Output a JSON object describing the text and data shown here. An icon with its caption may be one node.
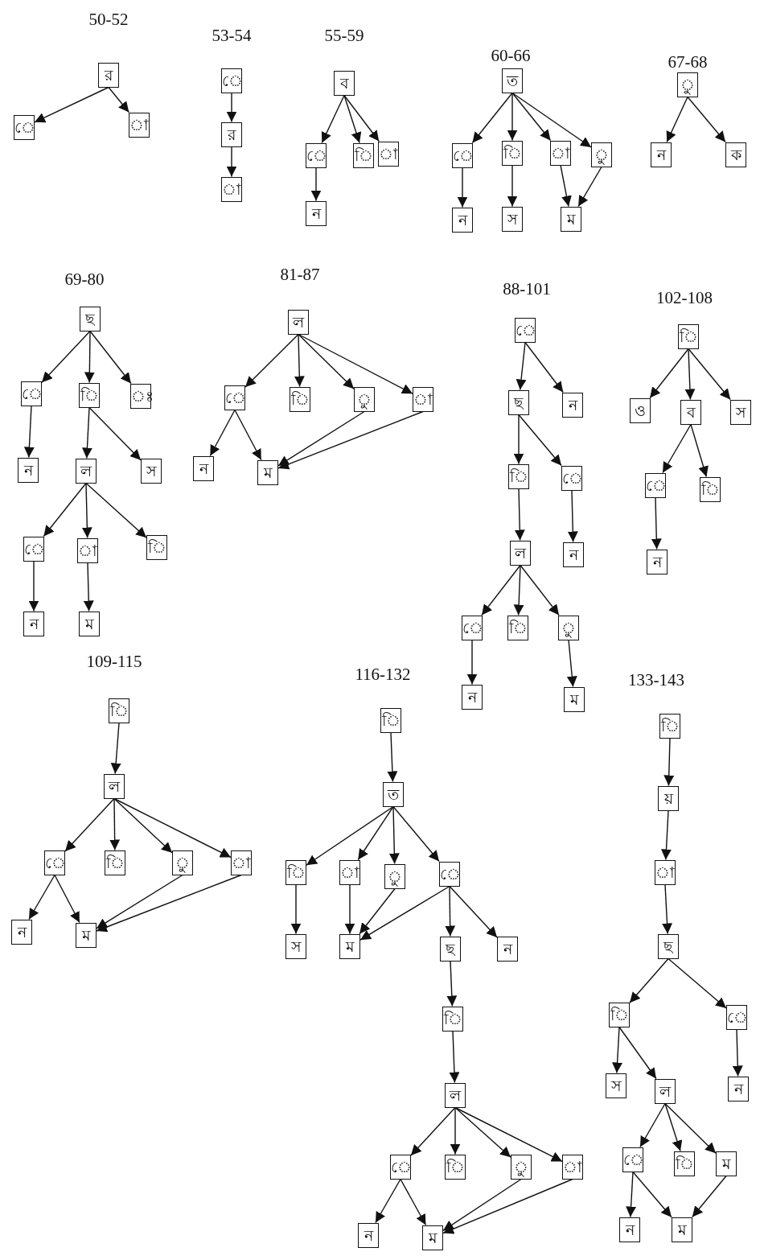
{
  "diagram": {
    "nodes": [
      {
        "text": [
          "র"
        ]
      },
      {
        "text": [
          "ে"
        ]
      },
      {
        "text": [
          "া"
        ]
      },
      {
        "text": [
          "ে"
        ]
      },
      {
        "text": [
          "র"
        ]
      },
      {
        "text": [
          "া"
        ]
      },
      {
        "text": [
          "ব"
        ]
      },
      {
        "text": [
          "ে"
        ]
      },
      {
        "text": [
          "ি"
        ]
      },
      {
        "text": [
          "া"
        ]
      },
      {
        "text": [
          "ন"
        ]
      },
      {
        "text": [
          "ত"
        ]
      },
      {
        "text": [
          "ে"
        ]
      },
      {
        "text": [
          "ি"
        ]
      },
      {
        "text": [
          "া"
        ]
      },
      {
        "text": [
          "ু"
        ]
      },
      {
        "text": [
          "ন"
        ]
      },
      {
        "text": [
          "স"
        ]
      },
      {
        "text": [
          "ম"
        ]
      },
      {
        "text": [
          "ু"
        ]
      },
      {
        "text": [
          "ন"
        ]
      },
      {
        "text": [
          "ক"
        ]
      },
      {
        "text": [
          "ছ"
        ]
      },
      {
        "text": [
          "ে"
        ]
      },
      {
        "text": [
          "ি"
        ]
      },
      {
        "text": [
          "ঃ"
        ]
      },
      {
        "text": [
          "ন"
        ]
      },
      {
        "text": [
          "ল"
        ]
      },
      {
        "text": [
          "স"
        ]
      },
      {
        "text": [
          "ে"
        ]
      },
      {
        "text": [
          "া"
        ]
      },
      {
        "text": [
          "ি"
        ]
      },
      {
        "text": [
          "ন"
        ]
      },
      {
        "text": [
          "ম"
        ]
      },
      {
        "text": [
          "ল"
        ]
      },
      {
        "text": [
          "ে"
        ]
      },
      {
        "text": [
          "ি"
        ]
      },
      {
        "text": [
          "ু"
        ]
      },
      {
        "text": [
          "া"
        ]
      },
      {
        "text": [
          "ন"
        ]
      },
      {
        "text": [
          "ম"
        ]
      },
      {
        "text": [
          "ে"
        ]
      },
      {
        "text": [
          "ছ"
        ]
      },
      {
        "text": [
          "ন"
        ]
      },
      {
        "text": [
          "ি"
        ]
      },
      {
        "text": [
          "ে"
        ]
      },
      {
        "text": [
          "ল"
        ]
      },
      {
        "text": [
          "ন"
        ]
      },
      {
        "text": [
          "ে"
        ]
      },
      {
        "text": [
          "ি"
        ]
      },
      {
        "text": [
          "ু"
        ]
      },
      {
        "text": [
          "ন"
        ]
      },
      {
        "text": [
          "ম"
        ]
      },
      {
        "text": [
          "ি"
        ]
      },
      {
        "text": [
          "ও"
        ]
      },
      {
        "text": [
          "ব"
        ]
      },
      {
        "text": [
          "স"
        ]
      },
      {
        "text": [
          "ে"
        ]
      },
      {
        "text": [
          "ি"
        ]
      },
      {
        "text": [
          "ন"
        ]
      },
      {
        "text": [
          "ি"
        ]
      },
      {
        "text": [
          "ল"
        ]
      },
      {
        "text": [
          "ে"
        ]
      },
      {
        "text": [
          "ি"
        ]
      },
      {
        "text": [
          "ু"
        ]
      },
      {
        "text": [
          "া"
        ]
      },
      {
        "text": [
          "ন"
        ]
      },
      {
        "text": [
          "ম"
        ]
      },
      {
        "text": [
          "ি"
        ]
      },
      {
        "text": [
          "ত"
        ]
      },
      {
        "text": [
          "ি"
        ]
      },
      {
        "text": [
          "া"
        ]
      },
      {
        "text": [
          "ু"
        ]
      },
      {
        "text": [
          "ে"
        ]
      },
      {
        "text": [
          "স"
        ]
      },
      {
        "text": [
          "ম"
        ]
      },
      {
        "text": [
          "ছ"
        ]
      },
      {
        "text": [
          "ন"
        ]
      },
      {
        "text": [
          "ি"
        ]
      },
      {
        "text": [
          "ল"
        ]
      },
      {
        "text": [
          "ে"
        ]
      },
      {
        "text": [
          "ি"
        ]
      },
      {
        "text": [
          "ু"
        ]
      },
      {
        "text": [
          "া"
        ]
      },
      {
        "text": [
          "ন"
        ]
      },
      {
        "text": [
          "ম"
        ]
      },
      {
        "text": [
          "ি"
        ]
      },
      {
        "text": [
          "য়"
        ]
      },
      {
        "text": [
          "া"
        ]
      },
      {
        "text": [
          "ছ"
        ]
      },
      {
        "text": [
          "ি"
        ]
      },
      {
        "text": [
          "ে"
        ]
      },
      {
        "text": [
          "স"
        ]
      },
      {
        "text": [
          "ল"
        ]
      },
      {
        "text": [
          "ন"
        ]
      },
      {
        "text": [
          "ে"
        ]
      },
      {
        "text": [
          "ি"
        ]
      },
      {
        "text": [
          "ম"
        ]
      },
      {
        "text": [
          "ন"
        ]
      },
      {
        "text": [
          "ম"
        ]
      }
    ],
    "edges": [
      {
        "from": 0,
        "to": 1,
        "arrow": "to"
      },
      {
        "from": 0,
        "to": 2,
        "arrow": "to"
      },
      {
        "from": 3,
        "to": 4,
        "arrow": "to"
      },
      {
        "from": 4,
        "to": 5,
        "arrow": "to"
      },
      {
        "from": 6,
        "to": 7,
        "arrow": "to"
      },
      {
        "from": 6,
        "to": 8,
        "arrow": "to"
      },
      {
        "from": 6,
        "to": 9,
        "arrow": "to"
      },
      {
        "from": 7,
        "to": 10,
        "arrow": "to"
      },
      {
        "from": 11,
        "to": 12,
        "arrow": "to"
      },
      {
        "from": 11,
        "to": 13,
        "arrow": "to"
      },
      {
        "from": 11,
        "to": 14,
        "arrow": "to"
      },
      {
        "from": 11,
        "to": 15,
        "arrow": "to"
      },
      {
        "from": 12,
        "to": 16,
        "arrow": "to"
      },
      {
        "from": 13,
        "to": 17,
        "arrow": "to"
      },
      {
        "from": 14,
        "to": 18,
        "arrow": "to"
      },
      {
        "from": 15,
        "to": 18,
        "arrow": "to"
      },
      {
        "from": 19,
        "to": 20,
        "arrow": "to"
      },
      {
        "from": 19,
        "to": 21,
        "arrow": "to"
      },
      {
        "from": 22,
        "to": 23,
        "arrow": "to"
      },
      {
        "from": 22,
        "to": 24,
        "arrow": "to"
      },
      {
        "from": 22,
        "to": 25,
        "arrow": "to"
      },
      {
        "from": 23,
        "to": 26,
        "arrow": "to"
      },
      {
        "from": 24,
        "to": 27,
        "arrow": "to"
      },
      {
        "from": 24,
        "to": 28,
        "arrow": "to"
      },
      {
        "from": 27,
        "to": 29,
        "arrow": "to"
      },
      {
        "from": 27,
        "to": 30,
        "arrow": "to"
      },
      {
        "from": 27,
        "to": 31,
        "arrow": "to"
      },
      {
        "from": 29,
        "to": 32,
        "arrow": "to"
      },
      {
        "from": 30,
        "to": 33,
        "arrow": "to"
      },
      {
        "from": 34,
        "to": 35,
        "arrow": "to"
      },
      {
        "from": 34,
        "to": 36,
        "arrow": "to"
      },
      {
        "from": 34,
        "to": 37,
        "arrow": "to"
      },
      {
        "from": 34,
        "to": 38,
        "arrow": "to"
      },
      {
        "from": 35,
        "to": 39,
        "arrow": "to"
      },
      {
        "from": 35,
        "to": 40,
        "arrow": "to"
      },
      {
        "from": 37,
        "to": 40,
        "arrow": "to"
      },
      {
        "from": 38,
        "to": 40,
        "arrow": "to"
      },
      {
        "from": 41,
        "to": 42,
        "arrow": "to"
      },
      {
        "from": 41,
        "to": 43,
        "arrow": "to"
      },
      {
        "from": 42,
        "to": 44,
        "arrow": "to"
      },
      {
        "from": 42,
        "to": 45,
        "arrow": "to"
      },
      {
        "from": 44,
        "to": 46,
        "arrow": "to"
      },
      {
        "from": 45,
        "to": 47,
        "arrow": "to"
      },
      {
        "from": 46,
        "to": 48,
        "arrow": "to"
      },
      {
        "from": 46,
        "to": 49,
        "arrow": "to"
      },
      {
        "from": 46,
        "to": 50,
        "arrow": "to"
      },
      {
        "from": 48,
        "to": 51,
        "arrow": "to"
      },
      {
        "from": 50,
        "to": 52,
        "arrow": "to"
      },
      {
        "from": 53,
        "to": 54,
        "arrow": "to"
      },
      {
        "from": 53,
        "to": 55,
        "arrow": "to"
      },
      {
        "from": 53,
        "to": 56,
        "arrow": "to"
      },
      {
        "from": 55,
        "to": 57,
        "arrow": "to"
      },
      {
        "from": 55,
        "to": 58,
        "arrow": "to"
      },
      {
        "from": 57,
        "to": 59,
        "arrow": "to"
      },
      {
        "from": 60,
        "to": 61,
        "arrow": "to"
      },
      {
        "from": 61,
        "to": 62,
        "arrow": "to"
      },
      {
        "from": 61,
        "to": 63,
        "arrow": "to"
      },
      {
        "from": 61,
        "to": 64,
        "arrow": "to"
      },
      {
        "from": 61,
        "to": 65,
        "arrow": "to"
      },
      {
        "from": 62,
        "to": 66,
        "arrow": "to"
      },
      {
        "from": 62,
        "to": 67,
        "arrow": "to"
      },
      {
        "from": 64,
        "to": 67,
        "arrow": "to"
      },
      {
        "from": 65,
        "to": 67,
        "arrow": "to"
      },
      {
        "from": 68,
        "to": 69,
        "arrow": "to"
      },
      {
        "from": 69,
        "to": 70,
        "arrow": "to"
      },
      {
        "from": 69,
        "to": 71,
        "arrow": "to"
      },
      {
        "from": 69,
        "to": 72,
        "arrow": "to"
      },
      {
        "from": 69,
        "to": 73,
        "arrow": "to"
      },
      {
        "from": 70,
        "to": 74,
        "arrow": "to"
      },
      {
        "from": 71,
        "to": 75,
        "arrow": "to"
      },
      {
        "from": 72,
        "to": 75,
        "arrow": "to"
      },
      {
        "from": 73,
        "to": 75,
        "arrow": "to"
      },
      {
        "from": 73,
        "to": 76,
        "arrow": "to"
      },
      {
        "from": 73,
        "to": 77,
        "arrow": "to"
      },
      {
        "from": 76,
        "to": 78,
        "arrow": "to"
      },
      {
        "from": 78,
        "to": 79,
        "arrow": "to"
      },
      {
        "from": 79,
        "to": 80,
        "arrow": "to"
      },
      {
        "from": 79,
        "to": 81,
        "arrow": "to"
      },
      {
        "from": 79,
        "to": 82,
        "arrow": "to"
      },
      {
        "from": 79,
        "to": 83,
        "arrow": "to"
      },
      {
        "from": 80,
        "to": 84,
        "arrow": "to"
      },
      {
        "from": 80,
        "to": 85,
        "arrow": "to"
      },
      {
        "from": 82,
        "to": 85,
        "arrow": "to"
      },
      {
        "from": 83,
        "to": 85,
        "arrow": "to"
      },
      {
        "from": 86,
        "to": 87,
        "arrow": "to"
      },
      {
        "from": 87,
        "to": 88,
        "arrow": "to"
      },
      {
        "from": 88,
        "to": 89,
        "arrow": "to"
      },
      {
        "from": 89,
        "to": 90,
        "arrow": "to"
      },
      {
        "from": 89,
        "to": 91,
        "arrow": "to"
      },
      {
        "from": 90,
        "to": 92,
        "arrow": "to"
      },
      {
        "from": 90,
        "to": 93,
        "arrow": "to"
      },
      {
        "from": 91,
        "to": 94,
        "arrow": "to"
      },
      {
        "from": 93,
        "to": 95,
        "arrow": "to"
      },
      {
        "from": 93,
        "to": 96,
        "arrow": "to"
      },
      {
        "from": 93,
        "to": 97,
        "arrow": "to"
      },
      {
        "from": 95,
        "to": 98,
        "arrow": "to"
      },
      {
        "from": 95,
        "to": 99,
        "arrow": "to"
      },
      {
        "from": 97,
        "to": 99,
        "arrow": "to"
      }
    ],
    "labels": [
      "50-52",
      "53-54",
      "55-59",
      "60-66",
      "67-68",
      "69-80",
      "81-87",
      "88-101",
      "102-108",
      "109-115",
      "116-132",
      "133-143"
    ]
  }
}
